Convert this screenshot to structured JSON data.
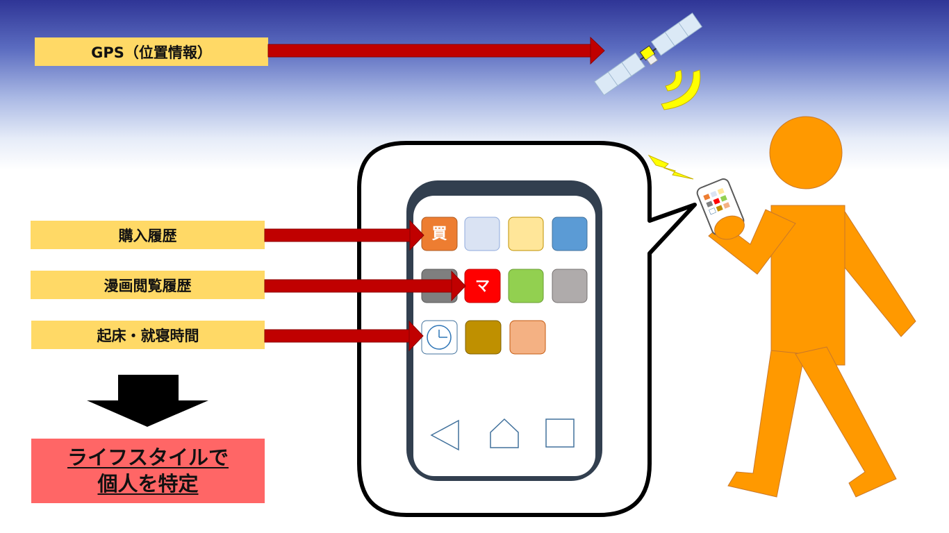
{
  "labels": {
    "gps": "GPS（位置情報）",
    "purchase_history": "購入履歴",
    "manga_history": "漫画閲覧履歴",
    "sleep_times": "起床・就寝時間"
  },
  "result": {
    "line1": "ライフスタイルで",
    "line2": "個人を特定"
  },
  "apps": {
    "purchase_icon_text": "買",
    "manga_icon_text": "マ"
  },
  "colors": {
    "label_bg": "#ffd966",
    "result_bg": "#ff6666",
    "arrow": "#c00000",
    "person": "#ff9900",
    "phone_frame": "#323f4f"
  },
  "icons": [
    "satellite-icon",
    "signal-wave-icon",
    "lightning-icon",
    "clock-icon",
    "back-nav-icon",
    "home-nav-icon",
    "recent-nav-icon",
    "person-figure",
    "down-arrow-icon"
  ]
}
